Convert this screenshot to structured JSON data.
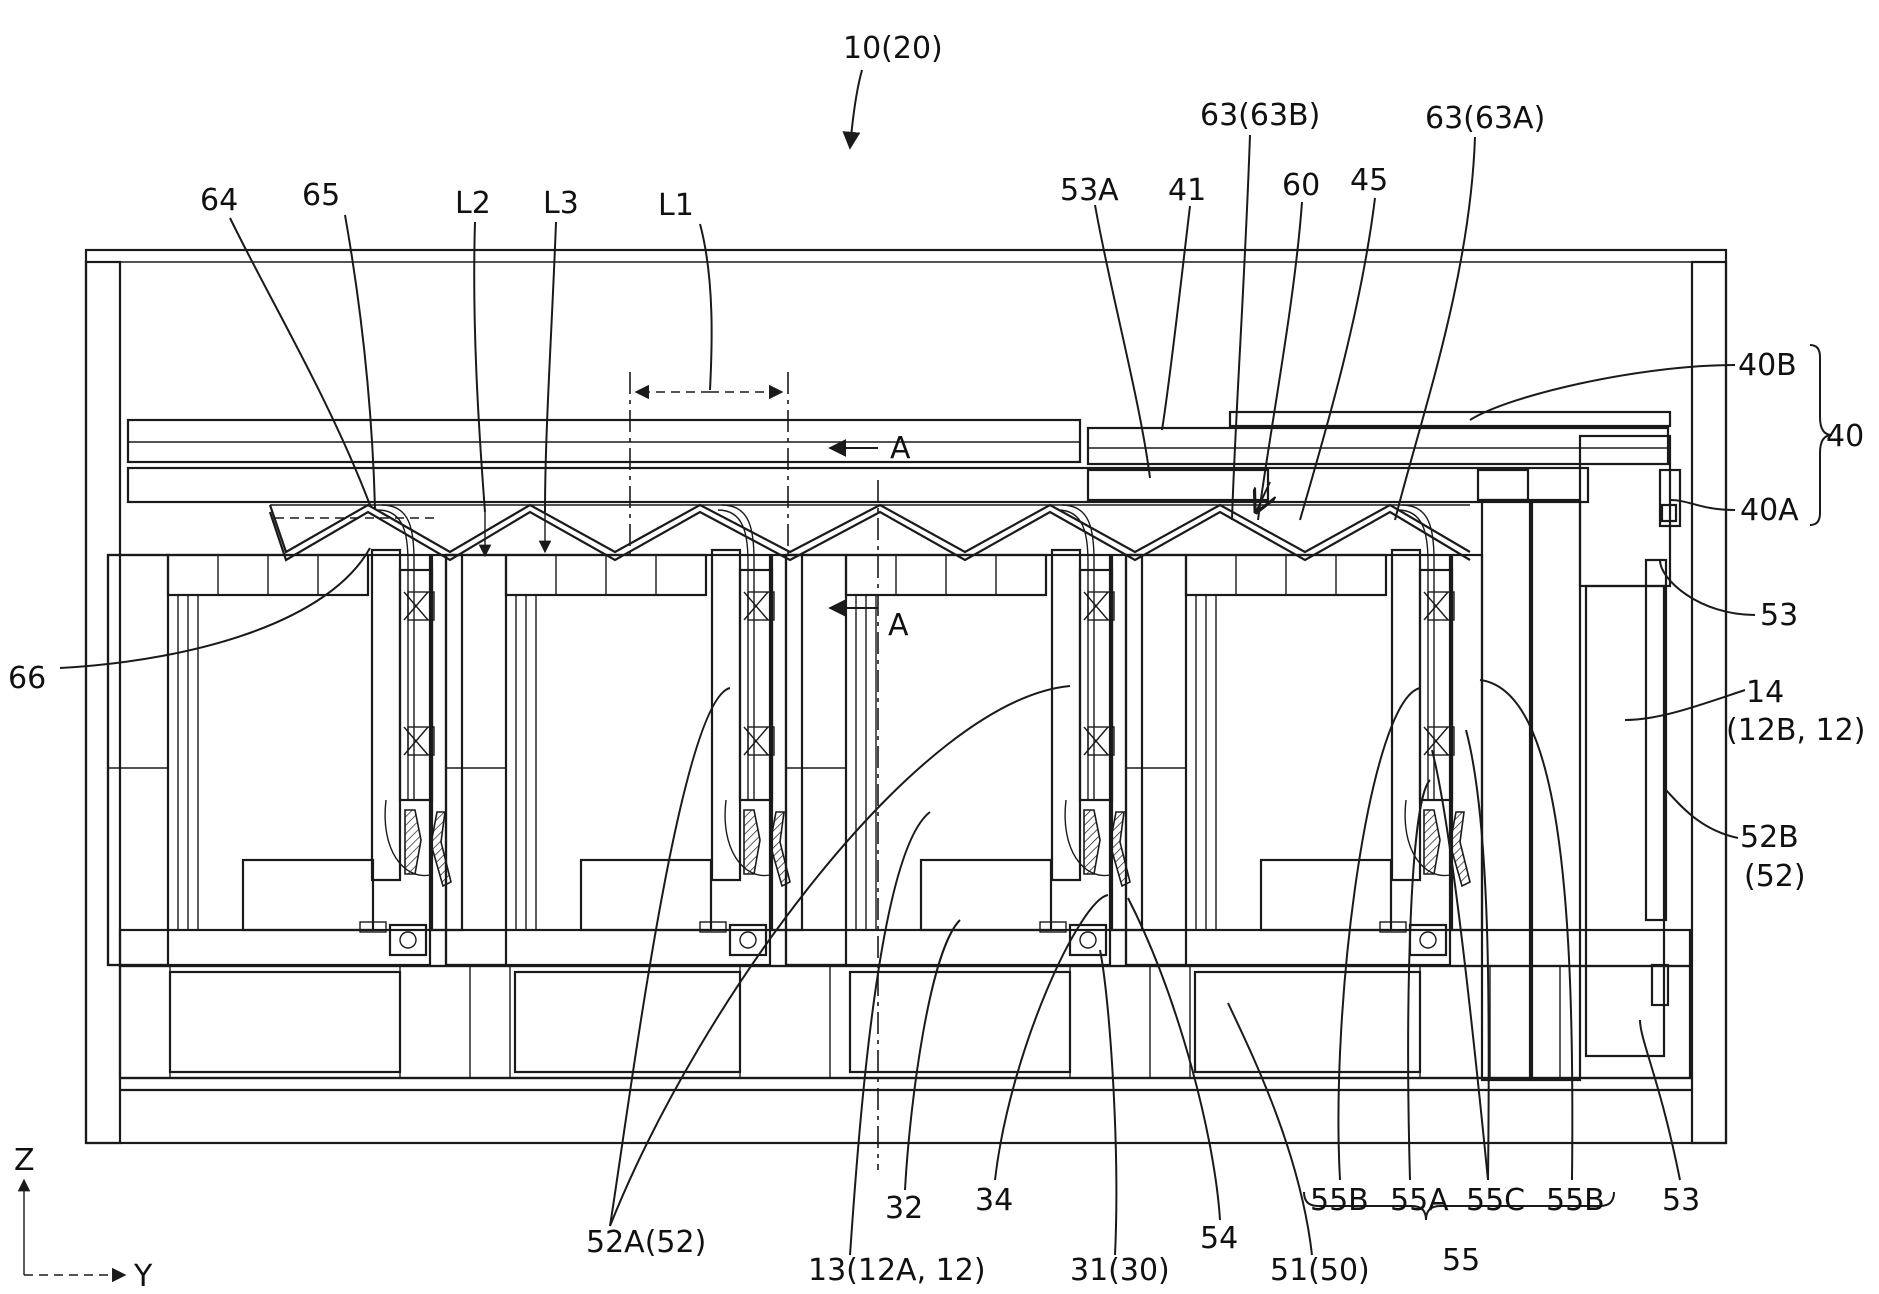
{
  "figure": {
    "assembly_label": "10(20)",
    "axes": {
      "vertical": "Z",
      "horizontal": "Y"
    },
    "section_mark": "A",
    "labels": [
      {
        "id": "64",
        "text": "64"
      },
      {
        "id": "65",
        "text": "65"
      },
      {
        "id": "L2",
        "text": "L2"
      },
      {
        "id": "L3",
        "text": "L3"
      },
      {
        "id": "L1",
        "text": "L1"
      },
      {
        "id": "53A",
        "text": "53A"
      },
      {
        "id": "41",
        "text": "41"
      },
      {
        "id": "63B",
        "text": "63(63B)"
      },
      {
        "id": "60",
        "text": "60"
      },
      {
        "id": "45",
        "text": "45"
      },
      {
        "id": "63A",
        "text": "63(63A)"
      },
      {
        "id": "40B",
        "text": "40B"
      },
      {
        "id": "40",
        "text": "40"
      },
      {
        "id": "40A",
        "text": "40A"
      },
      {
        "id": "53r",
        "text": "53"
      },
      {
        "id": "14",
        "text": "14"
      },
      {
        "id": "12B",
        "text": "(12B, 12)"
      },
      {
        "id": "52B",
        "text": "52B"
      },
      {
        "id": "52Bp",
        "text": "(52)"
      },
      {
        "id": "66",
        "text": "66"
      },
      {
        "id": "52A",
        "text": "52A(52)"
      },
      {
        "id": "13",
        "text": "13(12A, 12)"
      },
      {
        "id": "32",
        "text": "32"
      },
      {
        "id": "34",
        "text": "34"
      },
      {
        "id": "31",
        "text": "31(30)"
      },
      {
        "id": "54",
        "text": "54"
      },
      {
        "id": "51",
        "text": "51(50)"
      },
      {
        "id": "55B1",
        "text": "55B"
      },
      {
        "id": "55A",
        "text": "55A"
      },
      {
        "id": "55C",
        "text": "55C"
      },
      {
        "id": "55B2",
        "text": "55B"
      },
      {
        "id": "55",
        "text": "55"
      },
      {
        "id": "53b",
        "text": "53"
      }
    ]
  }
}
